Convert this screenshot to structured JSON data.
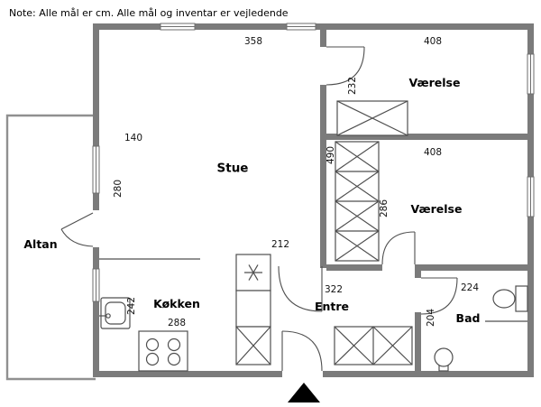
{
  "note": "Note: Alle mål er cm. Alle mål og inventar er vejledende",
  "rooms": {
    "stue": "Stue",
    "vaerelse_top": "Værelse",
    "vaerelse_mid": "Værelse",
    "altan": "Altan",
    "koekken": "Køkken",
    "entre": "Entre",
    "bad": "Bad"
  },
  "dims": {
    "d358": "358",
    "d408_top": "408",
    "d232": "232",
    "d490": "490",
    "d408_mid": "408",
    "d286": "286",
    "d140": "140",
    "d280": "280",
    "d212": "212",
    "d322": "322",
    "d224": "224",
    "d242": "242",
    "d288": "288",
    "d204": "204"
  },
  "colors": {
    "wall": "#7b7b7b",
    "thin_line": "#4f4f4f",
    "background": "#ffffff",
    "entrance_marker": "#000000"
  }
}
